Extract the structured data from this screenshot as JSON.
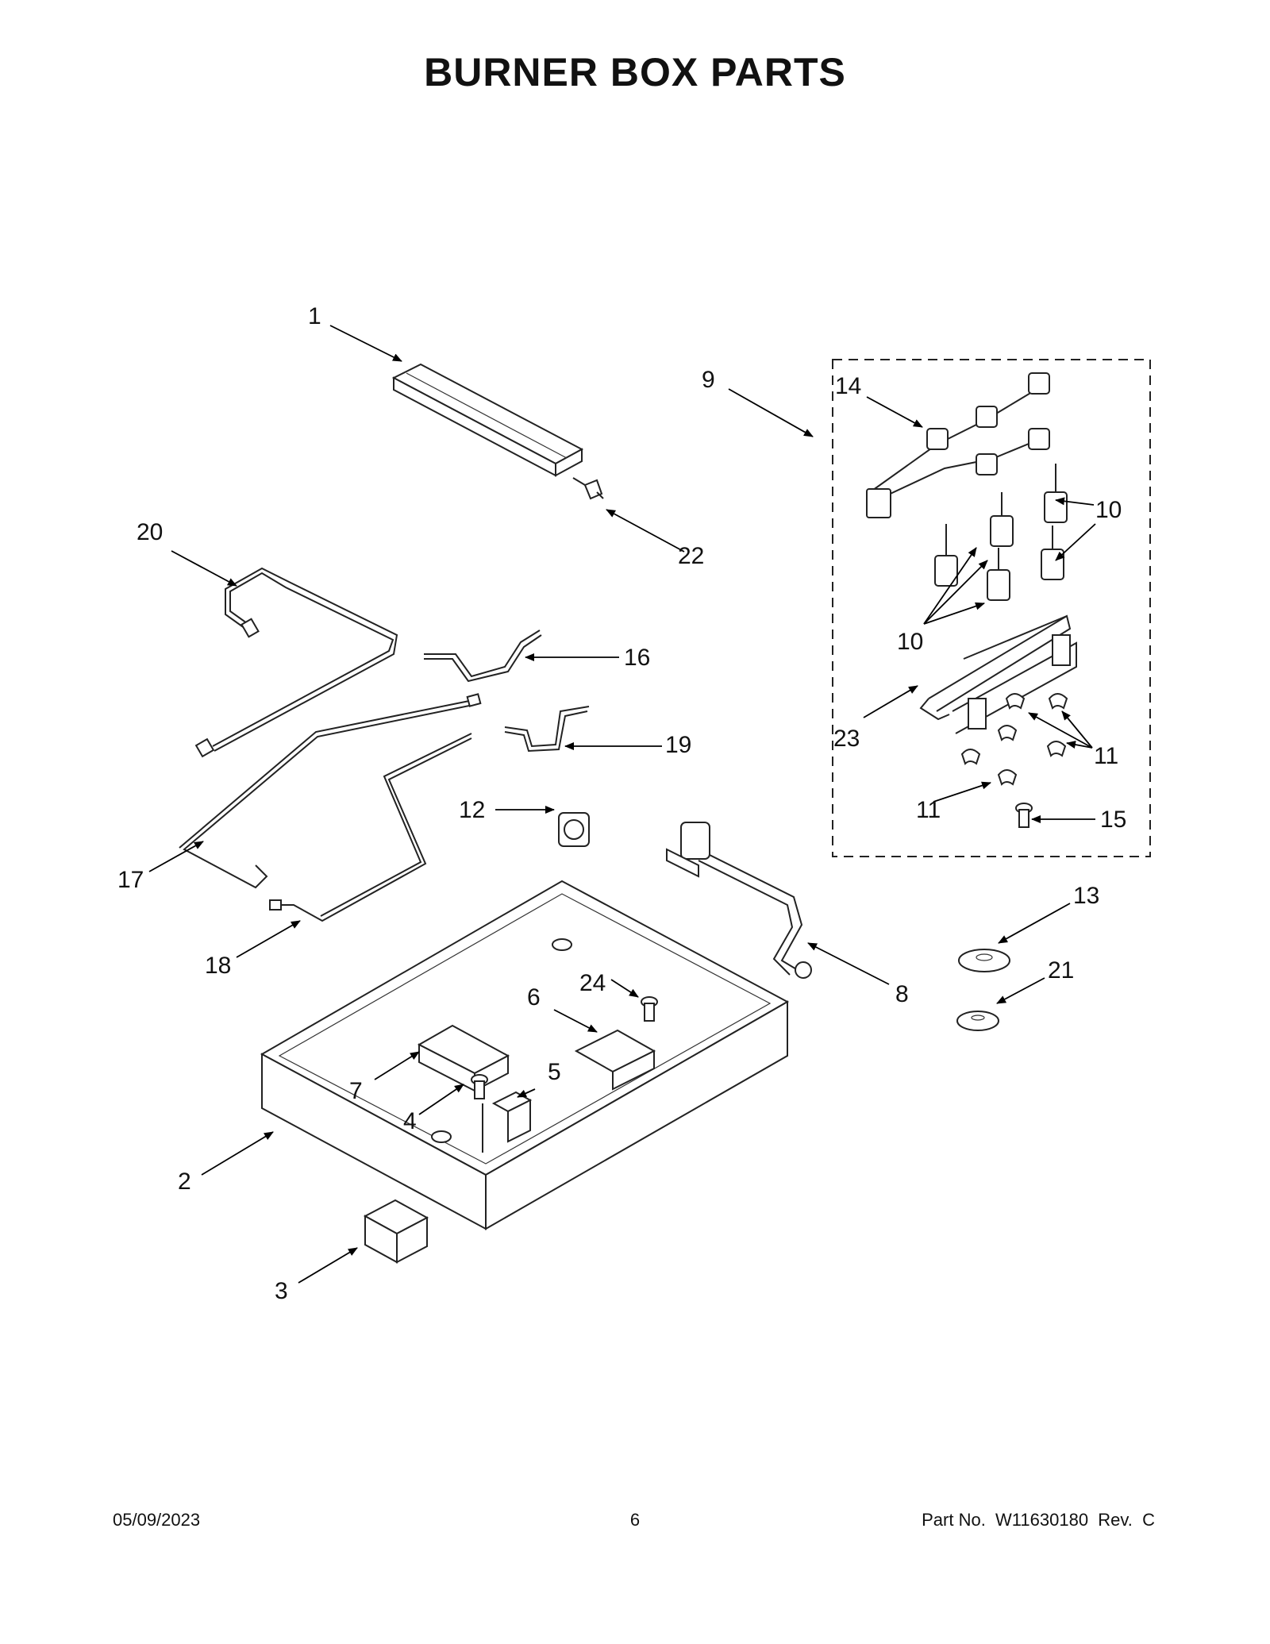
{
  "page": {
    "title": "BURNER BOX PARTS",
    "footer": {
      "date": "05/09/2023",
      "page_number": "6",
      "part_number": "Part No.  W11630180  Rev.  C"
    }
  },
  "callouts": {
    "c1": "1",
    "c2": "2",
    "c3": "3",
    "c4": "4",
    "c5": "5",
    "c6": "6",
    "c7": "7",
    "c8": "8",
    "c9": "9",
    "c10a": "10",
    "c10b": "10",
    "c11a": "11",
    "c11b": "11",
    "c12": "12",
    "c13": "13",
    "c14": "14",
    "c15": "15",
    "c16": "16",
    "c17": "17",
    "c18": "18",
    "c19": "19",
    "c20": "20",
    "c21": "21",
    "c22": "22",
    "c23": "23",
    "c24": "24"
  }
}
